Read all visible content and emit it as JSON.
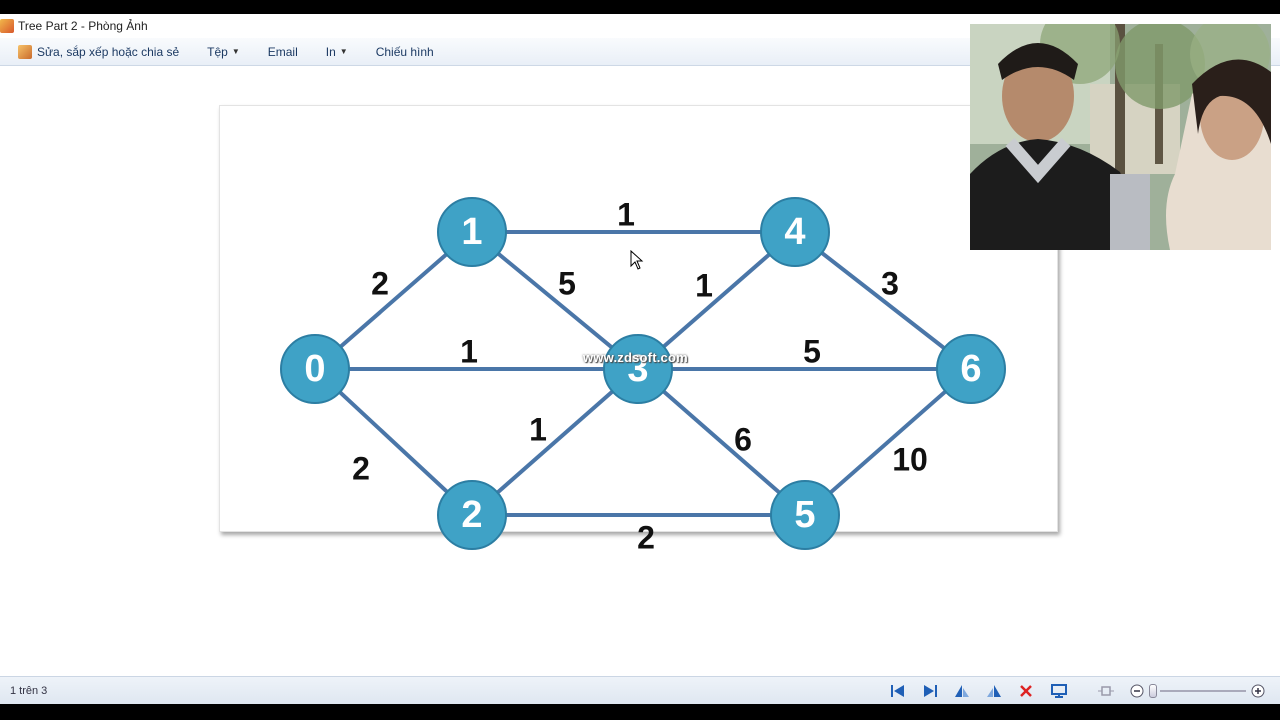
{
  "window": {
    "title": "Tree Part 2 - Phòng Ảnh"
  },
  "menu": {
    "share_label": "Sửa, sắp xếp hoặc chia sẻ",
    "file_label": "Tệp",
    "email_label": "Email",
    "print_label": "In",
    "slideshow_label": "Chiếu hình"
  },
  "graph": {
    "nodes": [
      "0",
      "1",
      "2",
      "3",
      "4",
      "5",
      "6"
    ],
    "edges": [
      {
        "from": "0",
        "to": "1",
        "weight": "2"
      },
      {
        "from": "0",
        "to": "3",
        "weight": "1"
      },
      {
        "from": "0",
        "to": "2",
        "weight": "2"
      },
      {
        "from": "1",
        "to": "4",
        "weight": "1"
      },
      {
        "from": "1",
        "to": "3",
        "weight": "5"
      },
      {
        "from": "2",
        "to": "3",
        "weight": "1"
      },
      {
        "from": "2",
        "to": "5",
        "weight": "2"
      },
      {
        "from": "3",
        "to": "4",
        "weight": "1"
      },
      {
        "from": "3",
        "to": "6",
        "weight": "5"
      },
      {
        "from": "3",
        "to": "5",
        "weight": "6"
      },
      {
        "from": "4",
        "to": "6",
        "weight": "3"
      },
      {
        "from": "5",
        "to": "6",
        "weight": "10"
      }
    ],
    "node_color": "#3fa2c6",
    "edge_color": "#4a76a8"
  },
  "watermark": "www.zdsoft.com",
  "status": {
    "page_count": "1 trên 3"
  },
  "icons": {
    "prev": "previous-icon",
    "next": "next-icon",
    "rotate_left": "rotate-left-icon",
    "rotate_right": "rotate-right-icon",
    "delete": "delete-icon",
    "slideshow": "slideshow-icon",
    "fit": "actual-size-icon",
    "zoom_out": "zoom-out-icon",
    "zoom_in": "zoom-in-icon"
  }
}
